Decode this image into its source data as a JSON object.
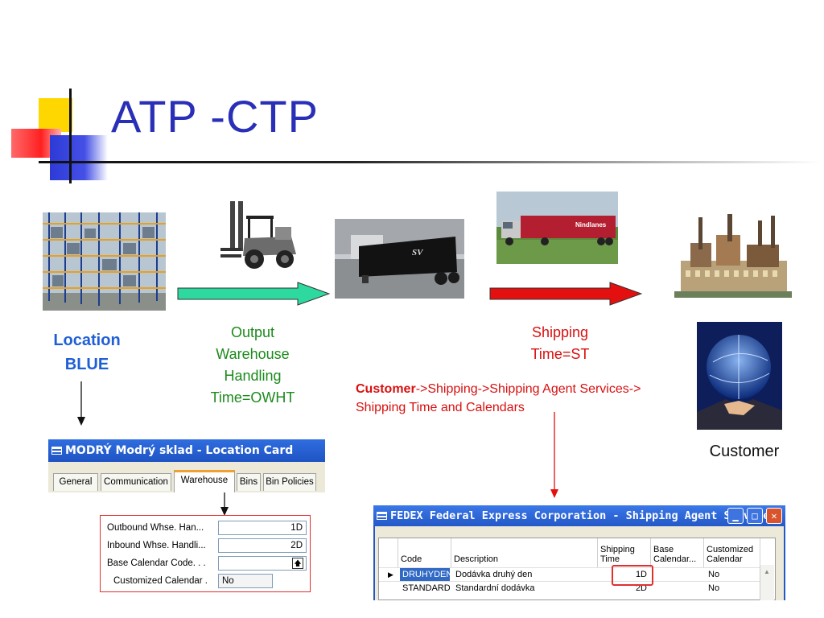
{
  "slide": {
    "title": "ATP -CTP"
  },
  "flow": {
    "location_label_line1": "Location",
    "location_label_line2": "BLUE",
    "owht_line1": "Output",
    "owht_line2": "Warehouse",
    "owht_line3": "Handling",
    "owht_line4": "Time=OWHT",
    "st_line1": "Shipping",
    "st_line2": "Time=ST",
    "path_bold": "Customer",
    "path_rest": "->Shipping->Shipping Agent Services->",
    "path_line2": "Shipping Time and Calendars",
    "customer_label": "Customer",
    "truck_left_logo": "SV",
    "truck_right_logo": "Nindlanes"
  },
  "location_card": {
    "title": "MODRÝ Modrý sklad - Location Card",
    "tabs": [
      "General",
      "Communication",
      "Warehouse",
      "Bins",
      "Bin Policies"
    ],
    "active_tab": "Warehouse",
    "fields": [
      {
        "label": "Outbound Whse. Han...",
        "value": "1D"
      },
      {
        "label": "Inbound Whse. Handli...",
        "value": "2D"
      },
      {
        "label": "Base Calendar Code. . .",
        "value": ""
      },
      {
        "label": "Customized Calendar  .",
        "value": "No"
      }
    ]
  },
  "shipping_window": {
    "title": "FEDEX Federal Express Corporation - Shipping Agent Services",
    "columns": {
      "code": "Code",
      "description": "Description",
      "shipping_time": "Shipping Time",
      "base_calendar": "Base Calendar...",
      "customized_calendar": "Customized Calendar"
    },
    "rows": [
      {
        "code": "DRUHYDEN",
        "description": "Dodávka druhý den",
        "shipping_time": "1D",
        "base_calendar": "",
        "customized": "No"
      },
      {
        "code": "STANDARD",
        "description": "Standardní dodávka",
        "shipping_time": "2D",
        "base_calendar": "",
        "customized": "No"
      }
    ]
  },
  "colors": {
    "title": "#2a2fb8",
    "location_label": "#1f5fd6",
    "owht_label": "#1c8a1c",
    "shipping_label": "#d81010",
    "green_arrow": "#2ed9a0",
    "red_arrow": "#e41010"
  }
}
